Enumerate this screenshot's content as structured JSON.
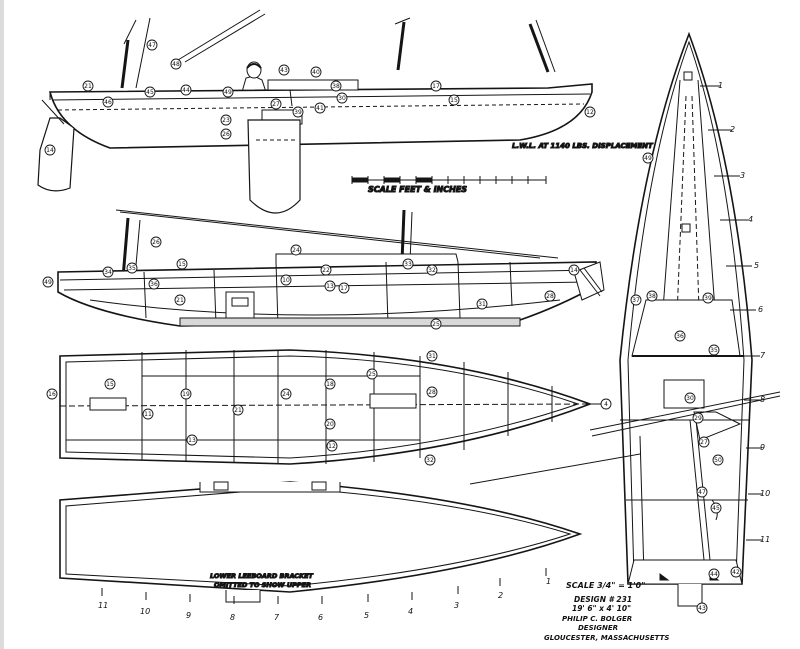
{
  "notes": {
    "displacement": "L.W.L. AT 1140 LBS. DISPLACEMENT",
    "scale_bar": "SCALE FEET & INCHES",
    "leeboard": [
      "LOWER LEEBOARD BRACKET",
      "OMITTED TO SHOW UPPER"
    ],
    "scale": "SCALE 3/4\" = 1'0\"",
    "design_no": "DESIGN # 231",
    "dimensions": "19' 6\" x 4' 10\"",
    "designer": "PHILIP C. BOLGER",
    "designer_title": "DESIGNER",
    "location": "GLOUCESTER, MASSACHUSETTS"
  },
  "station_numbers": {
    "bottom": [
      "11",
      "10",
      "9",
      "8",
      "7",
      "6",
      "5",
      "4",
      "3",
      "2",
      "1"
    ],
    "right": [
      "1",
      "2",
      "3",
      "4",
      "5",
      "6",
      "7",
      "8",
      "9",
      "10",
      "11"
    ]
  },
  "part_callouts": {
    "profile": [
      "47",
      "48",
      "21",
      "46",
      "45",
      "44",
      "49",
      "43",
      "40",
      "38",
      "30",
      "41",
      "39",
      "27",
      "23",
      "26",
      "17",
      "15",
      "12",
      "14"
    ],
    "section": [
      "49",
      "26",
      "35",
      "34",
      "36",
      "15",
      "24",
      "22",
      "13",
      "17",
      "10",
      "33",
      "32",
      "31",
      "14",
      "28",
      "25",
      "21"
    ],
    "plan": [
      "16",
      "15",
      "11",
      "19",
      "21",
      "24",
      "18",
      "20",
      "13",
      "12",
      "25",
      "31",
      "28",
      "32",
      "4"
    ],
    "deck": [
      "49",
      "39",
      "38",
      "37",
      "36",
      "35",
      "30",
      "29",
      "27",
      "50",
      "47",
      "45",
      "44",
      "43",
      "42"
    ]
  }
}
